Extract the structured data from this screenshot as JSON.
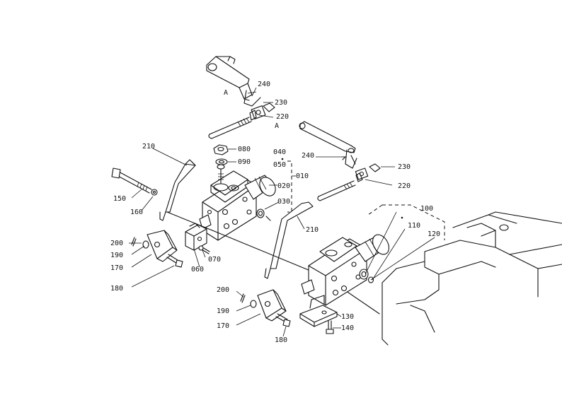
{
  "parts": {
    "p010": "010",
    "p020": "020",
    "p030": "030",
    "p040": "040",
    "p050": "050",
    "p060": "060",
    "p070": "070",
    "p080": "080",
    "p090": "090",
    "p100": "100",
    "p110": "110",
    "p120": "120",
    "p130": "130",
    "p140": "140",
    "p150": "150",
    "p160": "160",
    "p170": "170",
    "p180": "180",
    "p190": "190",
    "p200": "200",
    "p210": "210",
    "p220": "220",
    "p230": "230",
    "p240": "240"
  },
  "markers": {
    "a": "A"
  }
}
